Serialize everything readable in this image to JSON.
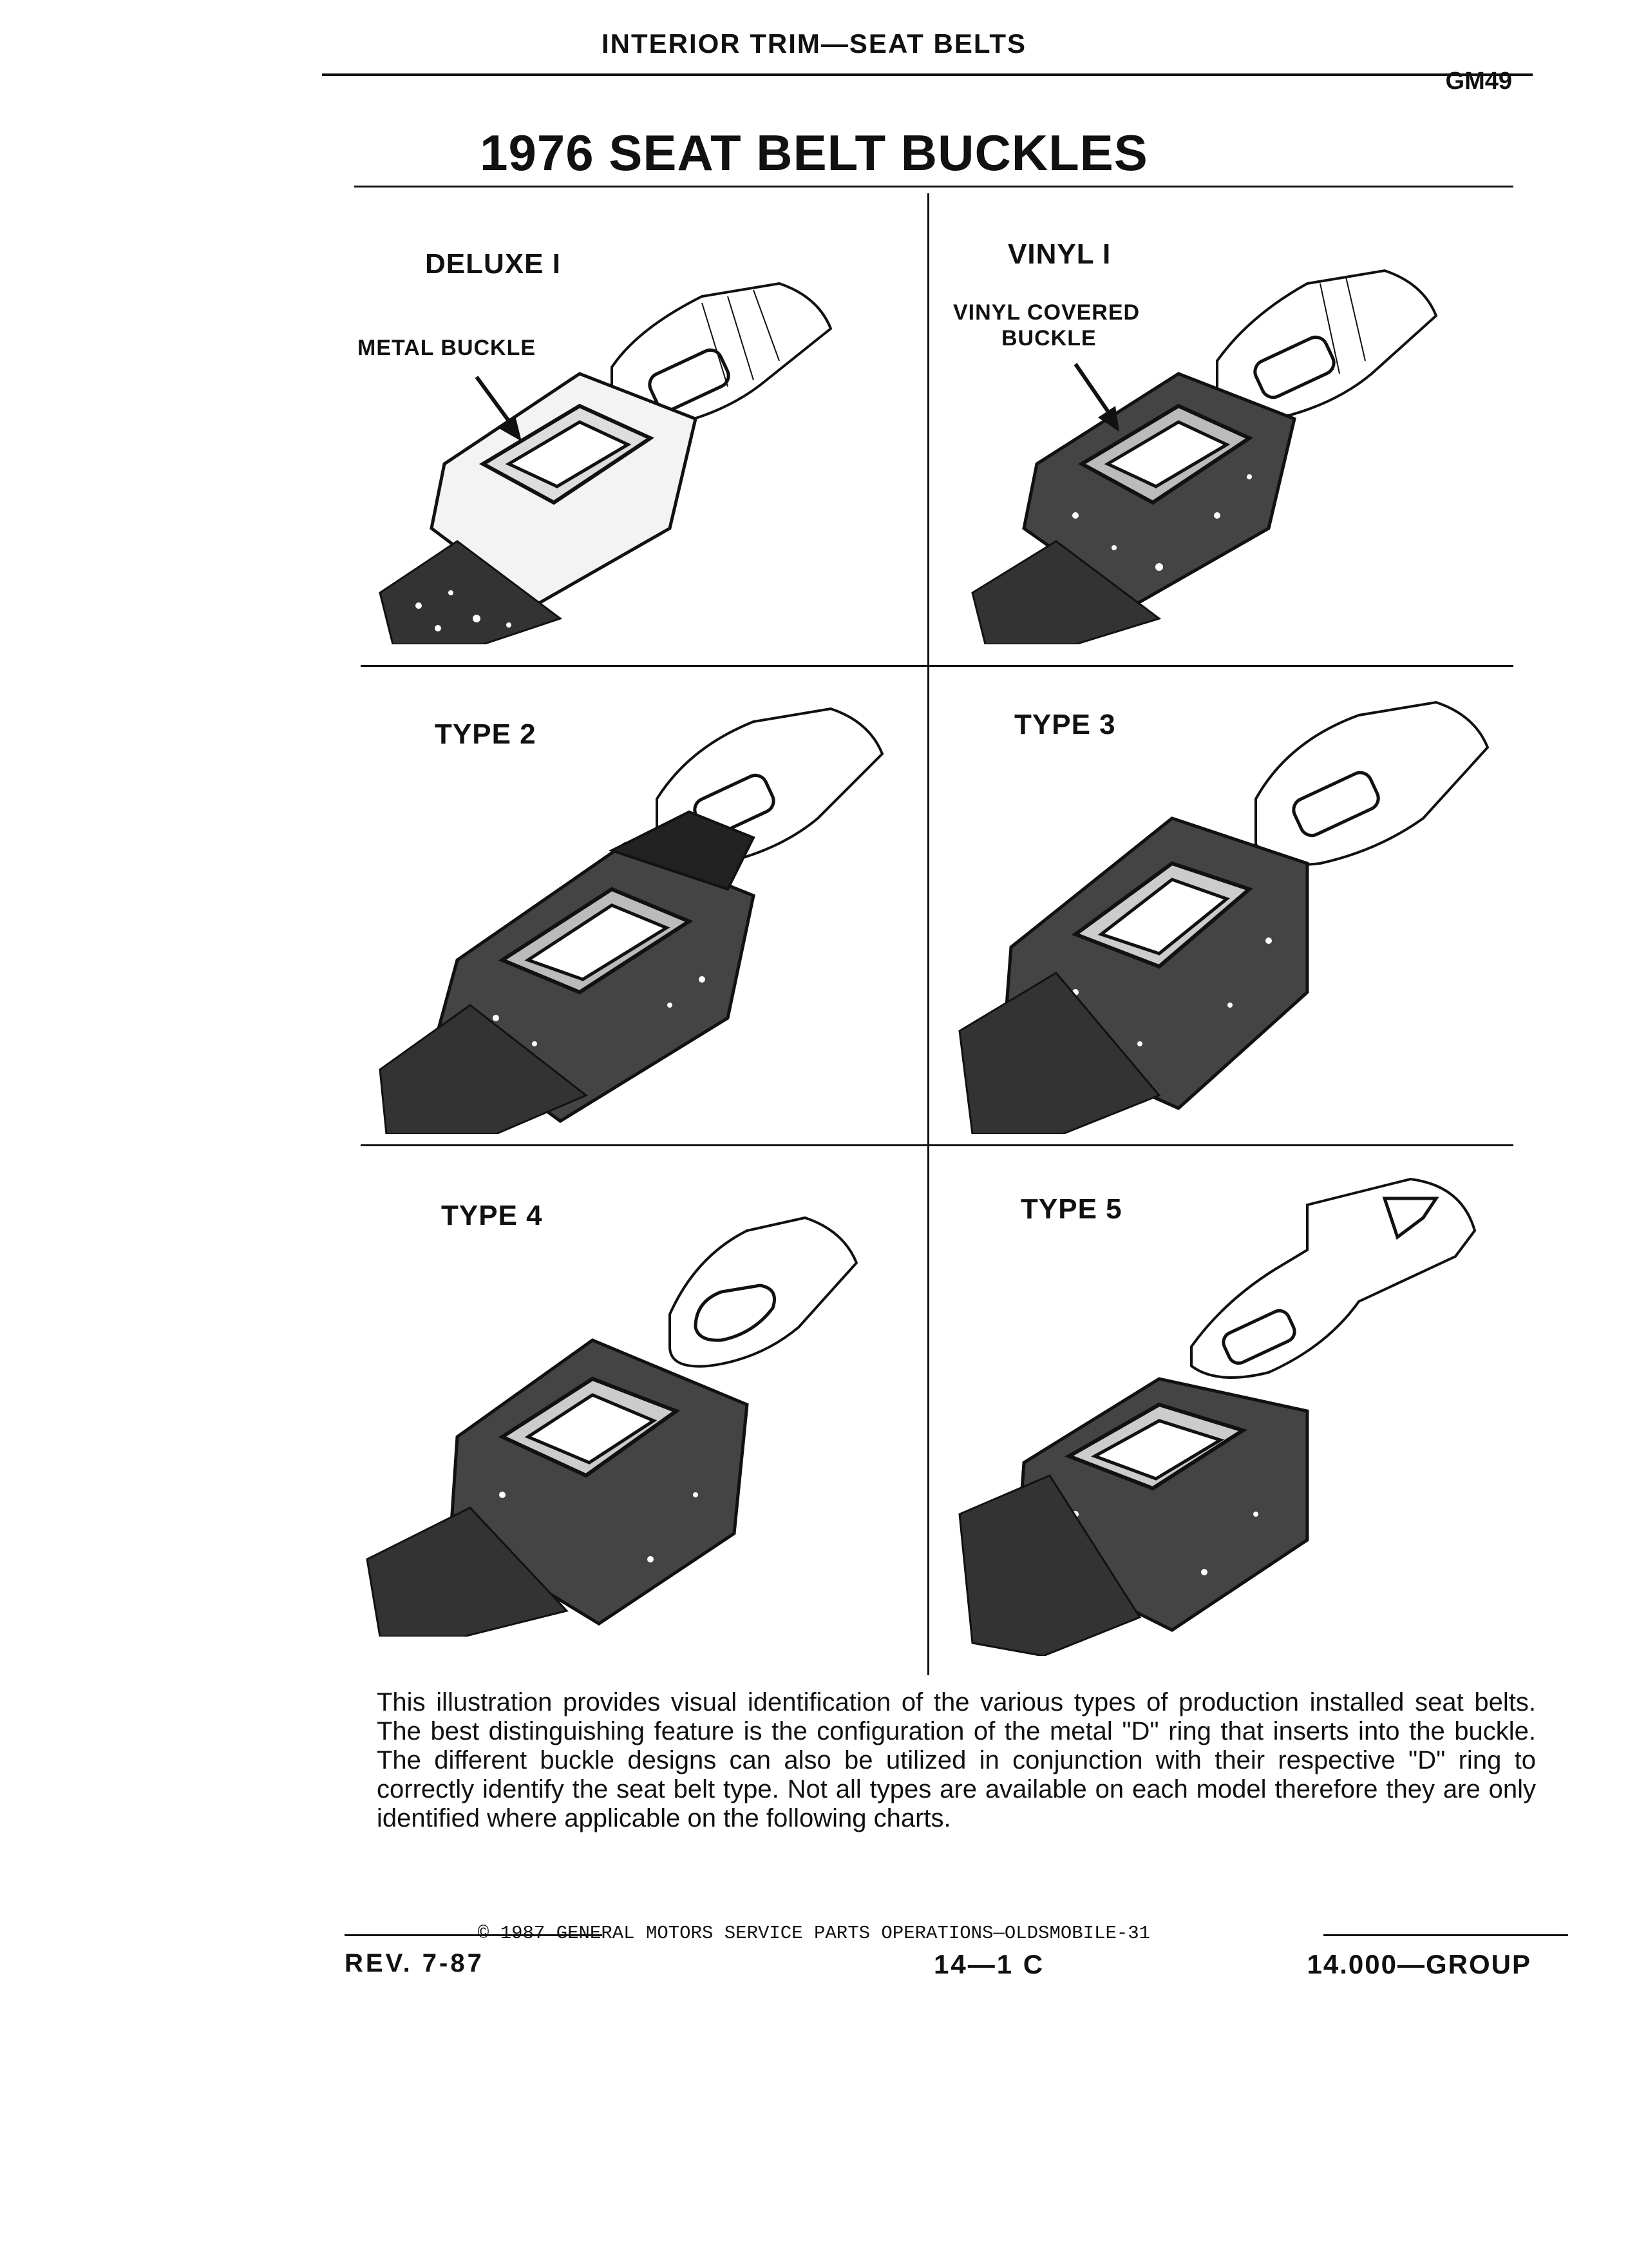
{
  "header": {
    "section_title": "INTERIOR TRIM—SEAT BELTS",
    "page_code": "GM49"
  },
  "title": "1976 SEAT BELT BUCKLES",
  "cells": [
    {
      "title": "DELUXE I",
      "callout": "METAL BUCKLE",
      "icon": "metal-buckle-illustration"
    },
    {
      "title": "VINYL I",
      "callout_line1": "VINYL COVERED",
      "callout_line2": "BUCKLE",
      "icon": "vinyl-buckle-illustration"
    },
    {
      "title": "TYPE 2",
      "icon": "type2-buckle-illustration"
    },
    {
      "title": "TYPE 3",
      "icon": "type3-buckle-illustration"
    },
    {
      "title": "TYPE 4",
      "icon": "type4-buckle-illustration"
    },
    {
      "title": "TYPE 5",
      "icon": "type5-buckle-illustration"
    }
  ],
  "description": "This illustration provides visual identification of the various types of production installed seat belts. The best distinguishing feature is the configuration of the metal \"D\" ring that inserts into the buckle. The different buckle designs can also be utilized in conjunction with their respective \"D\" ring to correctly identify the seat belt type. Not all types are available on each model therefore they are only identified where applicable on the following charts.",
  "footer": {
    "copyright": "© 1987 GENERAL MOTORS SERVICE PARTS OPERATIONS—OLDSMOBILE-31",
    "revision": "REV. 7-87",
    "page_number": "14—1 C",
    "group": "14.000—GROUP"
  },
  "colors": {
    "ink": "#111111",
    "paper": "#ffffff"
  }
}
